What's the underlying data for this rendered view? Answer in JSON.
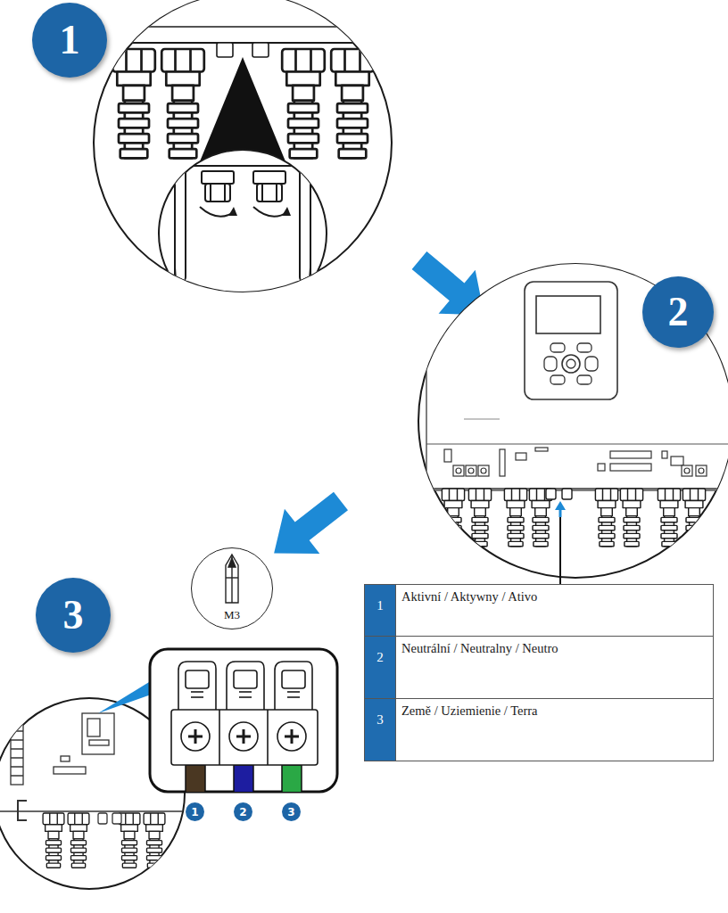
{
  "diagram": {
    "nodes": [
      {
        "text": [
          "1"
        ]
      },
      {
        "text": [
          "2"
        ]
      },
      {
        "text": [
          "3"
        ]
      },
      {
        "text": [
          "M3"
        ]
      },
      {
        "text": [
          "1"
        ]
      },
      {
        "text": [
          "2"
        ]
      },
      {
        "text": [
          "3"
        ]
      }
    ],
    "labels": [
      "1",
      "Aktivní / Aktywny / Ativo",
      "2",
      "Neutrální / Neutralny / Neutro",
      "3",
      "Země / Uziemienie / Terra"
    ]
  }
}
